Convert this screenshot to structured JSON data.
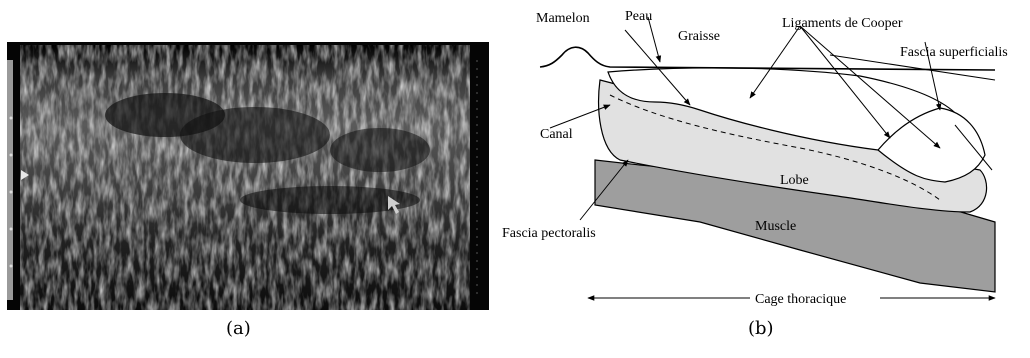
{
  "figure": {
    "panel_a": {
      "caption": "(a)"
    },
    "panel_b": {
      "caption": "(b)",
      "labels": {
        "mamelon": "Mamelon",
        "peau": "Peau",
        "graisse": "Graisse",
        "ligaments": "Ligaments de Cooper",
        "fascia_superficialis": "Fascia superficialis",
        "canal": "Canal",
        "lobe": "Lobe",
        "fascia_pectoralis": "Fascia pectoralis",
        "muscle": "Muscle",
        "cage": "Cage thoracique"
      }
    }
  }
}
